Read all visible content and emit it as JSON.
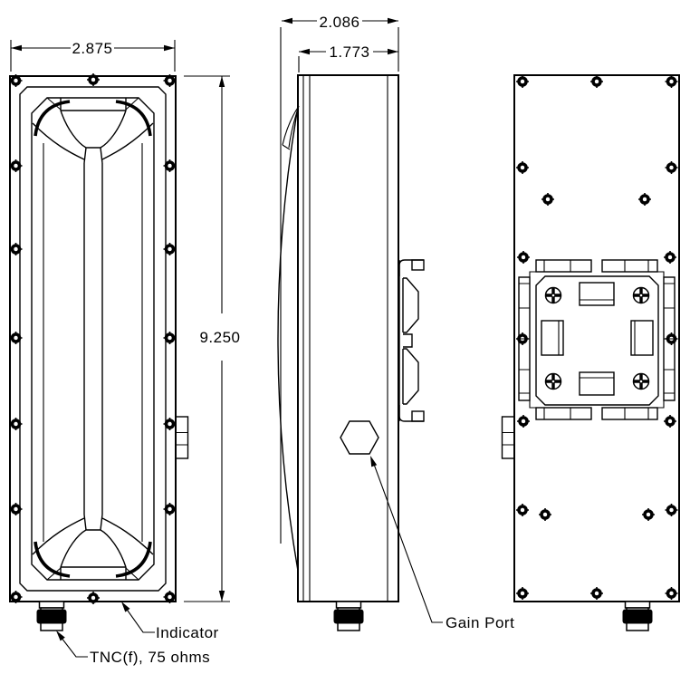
{
  "drawing": {
    "dims": {
      "front_width": "2.875",
      "front_height": "9.250",
      "depth_overall": "2.086",
      "depth_body": "1.773"
    },
    "labels": {
      "indicator": "Indicator",
      "tnc": "TNC(f), 75 ohms",
      "gain_port": "Gain Port"
    },
    "colors": {
      "line": "#000000",
      "background": "#ffffff"
    }
  }
}
